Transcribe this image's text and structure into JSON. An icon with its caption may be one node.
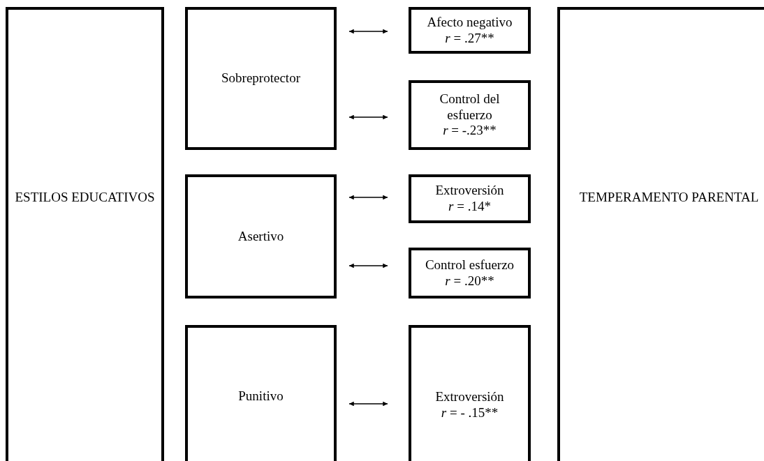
{
  "diagram": {
    "nodes": [
      {
        "text": [
          "ESTILOS EDUCATIVOS"
        ]
      },
      {
        "text": [
          "Sobreprotector"
        ]
      },
      {
        "text": [
          "Asertivo"
        ]
      },
      {
        "text": [
          "Punitivo"
        ]
      },
      {
        "text": [
          "Afecto negativo",
          "*r* = .27**"
        ]
      },
      {
        "text": [
          "Control del esfuerzo",
          "*r* = -.23**"
        ]
      },
      {
        "text": [
          "Extroversión",
          "*r* = .14*"
        ]
      },
      {
        "text": [
          "Control esfuerzo",
          "*r* = .20**"
        ]
      },
      {
        "text": [
          "Extroversión",
          "*r* = - .15**"
        ]
      },
      {
        "text": [
          "TEMPERAMENTO PARENTAL"
        ]
      }
    ],
    "edges": [
      {
        "from": 1,
        "to": 4,
        "arrow": "both"
      },
      {
        "from": 1,
        "to": 5,
        "arrow": "both"
      },
      {
        "from": 2,
        "to": 6,
        "arrow": "both"
      },
      {
        "from": 2,
        "to": 7,
        "arrow": "both"
      },
      {
        "from": 3,
        "to": 8,
        "arrow": "both"
      }
    ]
  }
}
